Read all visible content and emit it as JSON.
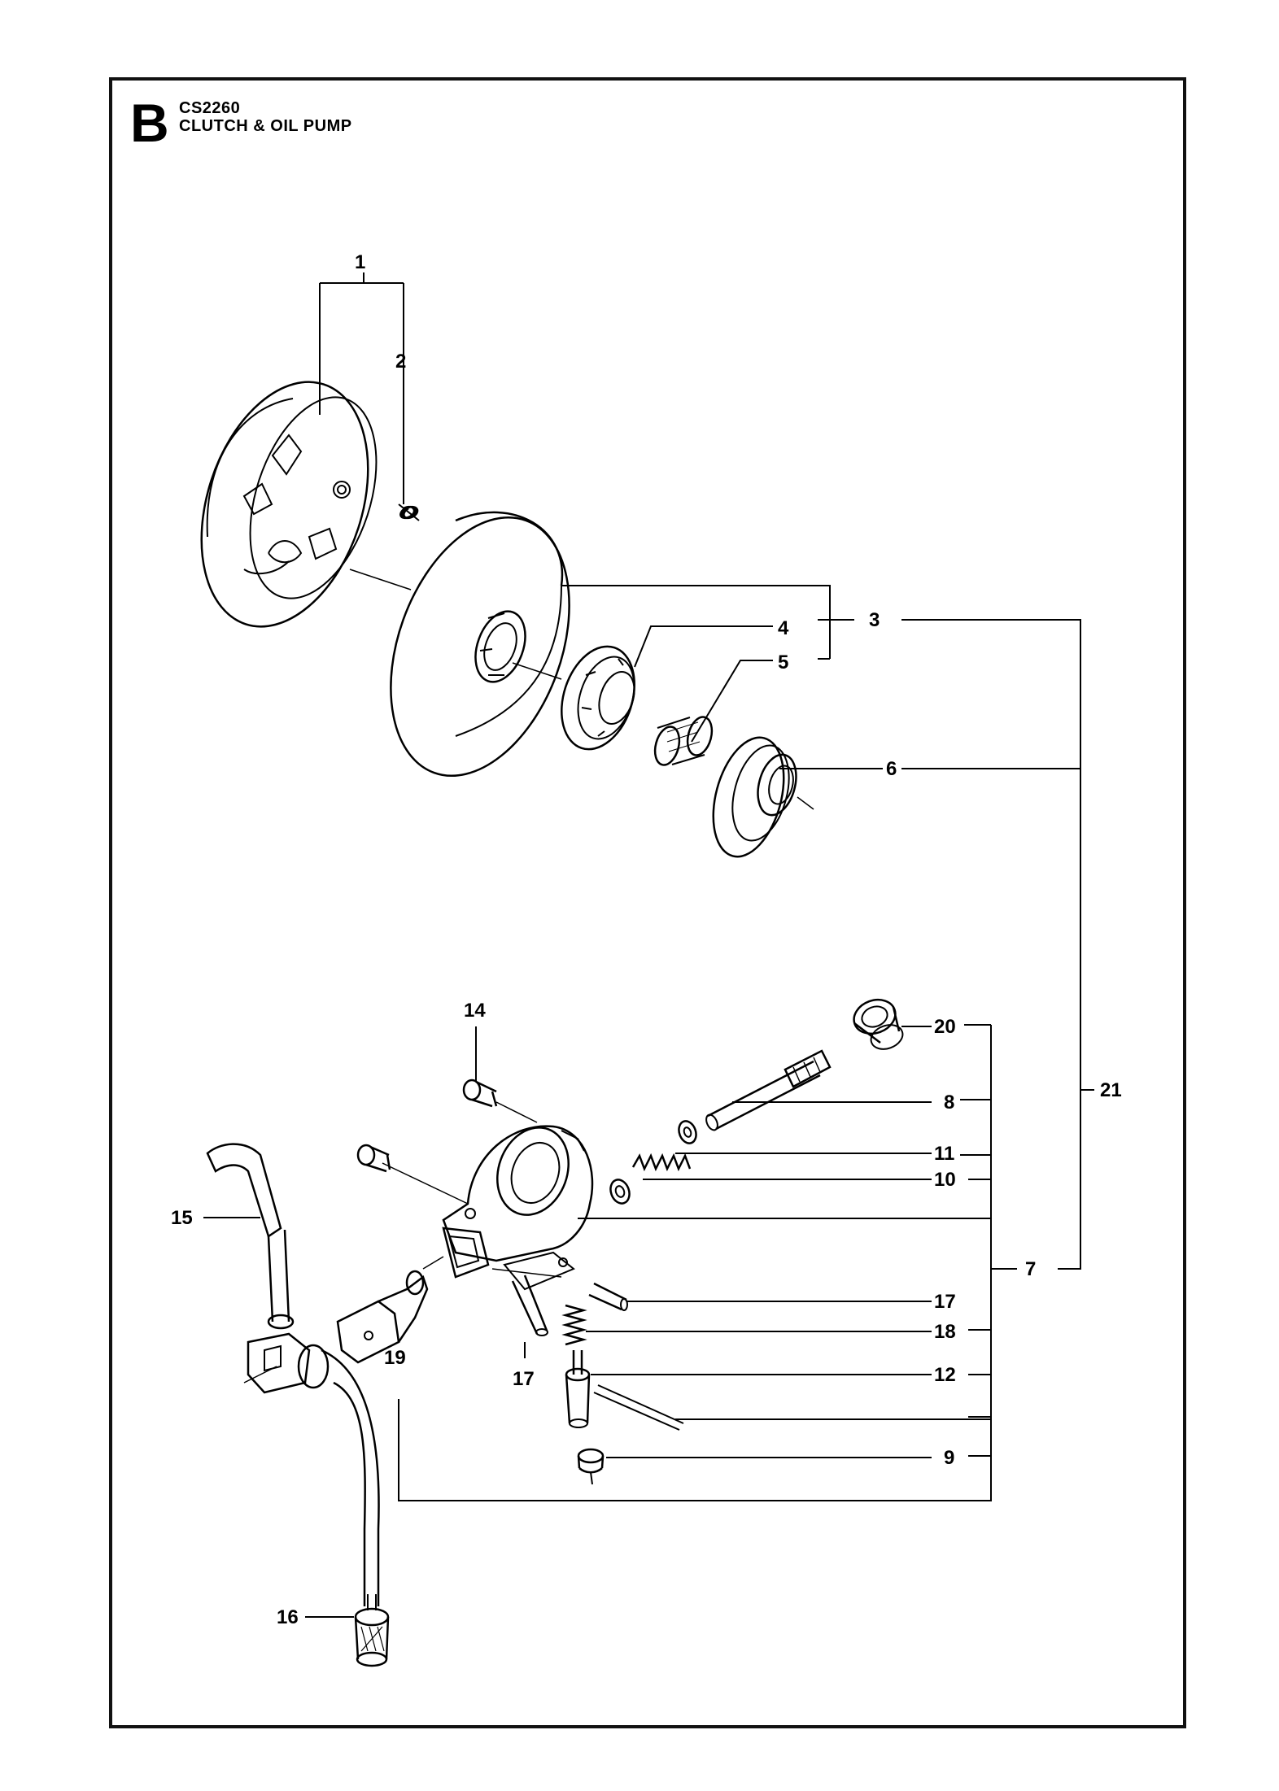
{
  "header": {
    "section": "B",
    "model": "CS2260",
    "title": "CLUTCH & OIL PUMP"
  },
  "callouts": {
    "c1": "1",
    "c2": "2",
    "c3": "3",
    "c4": "4",
    "c5": "5",
    "c6": "6",
    "c7": "7",
    "c8": "8",
    "c9": "9",
    "c10": "10",
    "c11": "11",
    "c12": "12",
    "c14": "14",
    "c15": "15",
    "c16": "16",
    "c17a": "17",
    "c17b": "17",
    "c18": "18",
    "c19": "19",
    "c20": "20",
    "c21": "21"
  }
}
